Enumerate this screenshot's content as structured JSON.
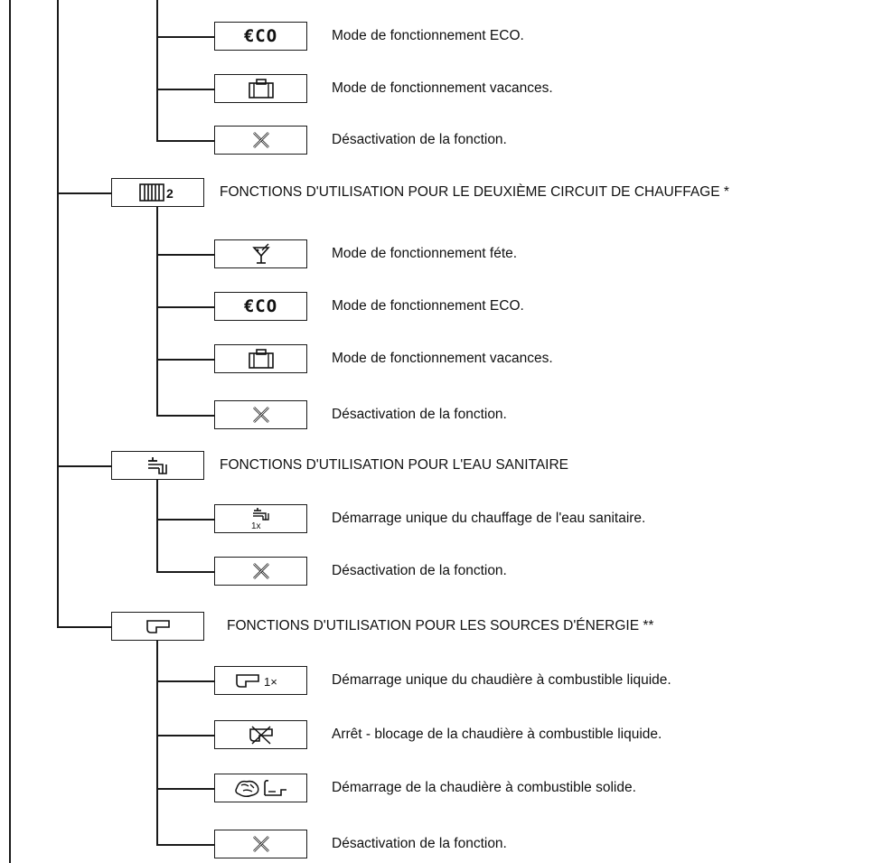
{
  "top": {
    "items": [
      {
        "icon": "eco-icon",
        "glyph": "€CO",
        "label": "Mode de fonctionnement ECO."
      },
      {
        "icon": "suitcase-icon",
        "label": "Mode de fonctionnement vacances."
      },
      {
        "icon": "cross-icon",
        "label": "Désactivation de la fonction."
      }
    ]
  },
  "circuit2": {
    "icon": "radiator-2-icon",
    "icon_text": "2",
    "title": "FONCTIONS D'UTILISATION POUR LE DEUXIÈME CIRCUIT DE CHAUFFAGE *",
    "items": [
      {
        "icon": "cocktail-icon",
        "label": "Mode de fonctionnement féte."
      },
      {
        "icon": "eco-icon",
        "glyph": "€CO",
        "label": "Mode de fonctionnement ECO."
      },
      {
        "icon": "suitcase-icon",
        "label": "Mode de fonctionnement vacances."
      },
      {
        "icon": "cross-icon",
        "label": "Désactivation de la fonction."
      }
    ]
  },
  "water": {
    "icon": "tap-icon",
    "title": "FONCTIONS D'UTILISATION POUR L'EAU SANITAIRE",
    "items": [
      {
        "icon": "tap-once-icon",
        "icon_text": "1x",
        "label": "Démarrage unique du chauffage de l'eau sanitaire."
      },
      {
        "icon": "cross-icon",
        "label": "Désactivation de la fonction."
      }
    ]
  },
  "energy": {
    "icon": "fuel-tank-icon",
    "title": "FONCTIONS D'UTILISATION POUR LES SOURCES D'ÉNERGIE **",
    "items": [
      {
        "icon": "fuel-tank-once-icon",
        "icon_text": "1×",
        "label": "Démarrage unique du chaudière à combustible liquide."
      },
      {
        "icon": "fuel-tank-blocked-icon",
        "label": "Arrêt - blocage de la chaudière à combustible liquide."
      },
      {
        "icon": "solid-fuel-boiler-icon",
        "label": "Démarrage de la chaudière à combustible solide."
      },
      {
        "icon": "cross-icon",
        "label": "Désactivation de la fonction."
      }
    ]
  }
}
